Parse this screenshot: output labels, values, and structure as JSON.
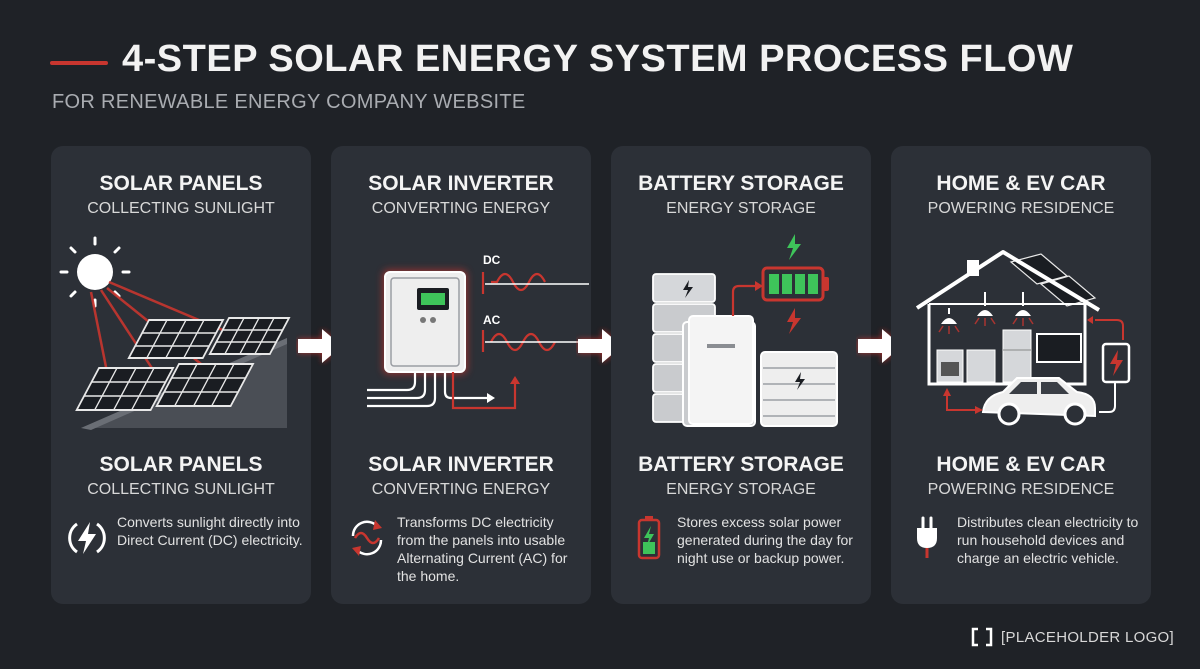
{
  "header": {
    "title": "4-STEP SOLAR ENERGY SYSTEM PROCESS FLOW",
    "subtitle": "FOR RENEWABLE ENERGY COMPANY WEBSITE"
  },
  "colors": {
    "background": "#1f2227",
    "card": "#2c3037",
    "accent_red": "#c8362f",
    "accent_green": "#3ec45a"
  },
  "steps": [
    {
      "title": "SOLAR PANELS",
      "subtitle": "COLLECTING SUNLIGHT",
      "description": "Converts sunlight directly into Direct Current (DC) electricity.",
      "icon": "lightning-circle-icon"
    },
    {
      "title": "SOLAR INVERTER",
      "subtitle": "CONVERTING ENERGY",
      "description": "Transforms DC electricity from the panels into usable Alternating Current (AC) for the home.",
      "icon": "wave-cycle-icon",
      "labels": {
        "dc": "DC",
        "ac": "AC"
      }
    },
    {
      "title": "BATTERY STORAGE",
      "subtitle": "ENERGY STORAGE",
      "description": "Stores excess solar power generated during the day for night use or backup power.",
      "icon": "battery-charging-icon"
    },
    {
      "title": "HOME & EV CAR",
      "subtitle": "POWERING RESIDENCE",
      "description": "Distributes clean electricity to run household devices and charge an electric vehicle.",
      "icon": "plug-icon"
    }
  ],
  "logo": {
    "text": "[PLACEHOLDER LOGO]"
  }
}
